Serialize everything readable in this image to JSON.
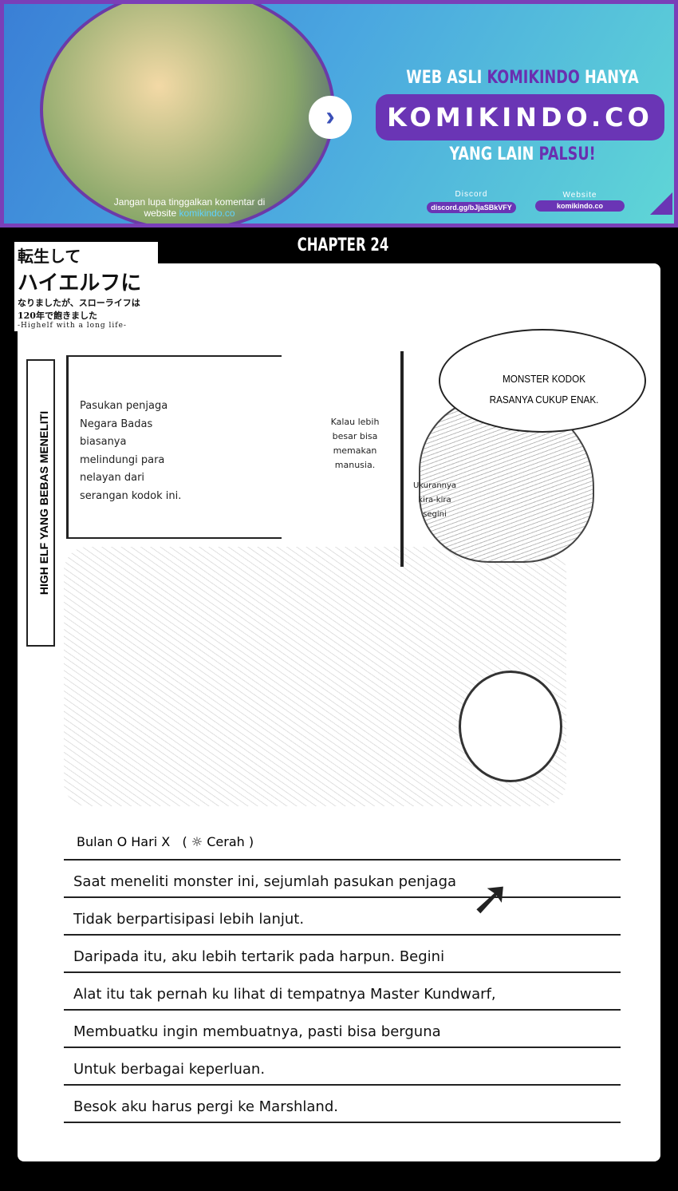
{
  "banner": {
    "headline_1a": "WEB ASLI ",
    "headline_1b": "KOMIKINDO",
    "headline_1c": " HANYA",
    "site": "KOMIKINDO.CO",
    "headline_3a": "YANG LAIN ",
    "headline_3b": "PALSU!",
    "discord_label": "Discord",
    "discord_link": "discord.gg/bJjaSBkVFY",
    "website_label": "Website",
    "website_link": "komikindo.co",
    "comment_text": "Jangan lupa tinggalkan komentar di website ",
    "comment_link": "komikindo.co",
    "accent": "#6a35b5"
  },
  "page": {
    "chapter": "CHAPTER 24",
    "logo": {
      "line1": "転生して",
      "line2": "ハイエルフに",
      "line3": "なりましたが、スローライフは120年で飽きました",
      "line4": "-Highelf with a long life-"
    },
    "side_title": "HIGH ELF YANG BEBAS MENELITI",
    "note_guard": "Pasukan penjaga\nNegara Badas\nbiasanya\nmelindungi para\nnelayan dari\nserangan kodok ini.",
    "note_size": "Kalau lebih\nbesar bisa\nmemakan\nmanusia.",
    "note_scale": "Ukurannya\nkira-kira\nsegini",
    "bubble": "MONSTER KODOK\nRASANYA CUKUP ENAK.",
    "diary": {
      "date": "Bulan O Hari X",
      "weather": "Cerah",
      "weather_icon": "sun-icon",
      "lines": [
        "Saat meneliti monster ini, sejumlah pasukan penjaga",
        "Tidak berpartisipasi lebih lanjut.",
        "Daripada itu, aku lebih tertarik pada harpun. Begini",
        "Alat itu tak pernah ku lihat di tempatnya Master Kundwarf,",
        "Membuatku ingin membuatnya, pasti bisa berguna",
        "Untuk berbagai keperluan.",
        "Besok aku harus pergi ke Marshland."
      ]
    }
  }
}
